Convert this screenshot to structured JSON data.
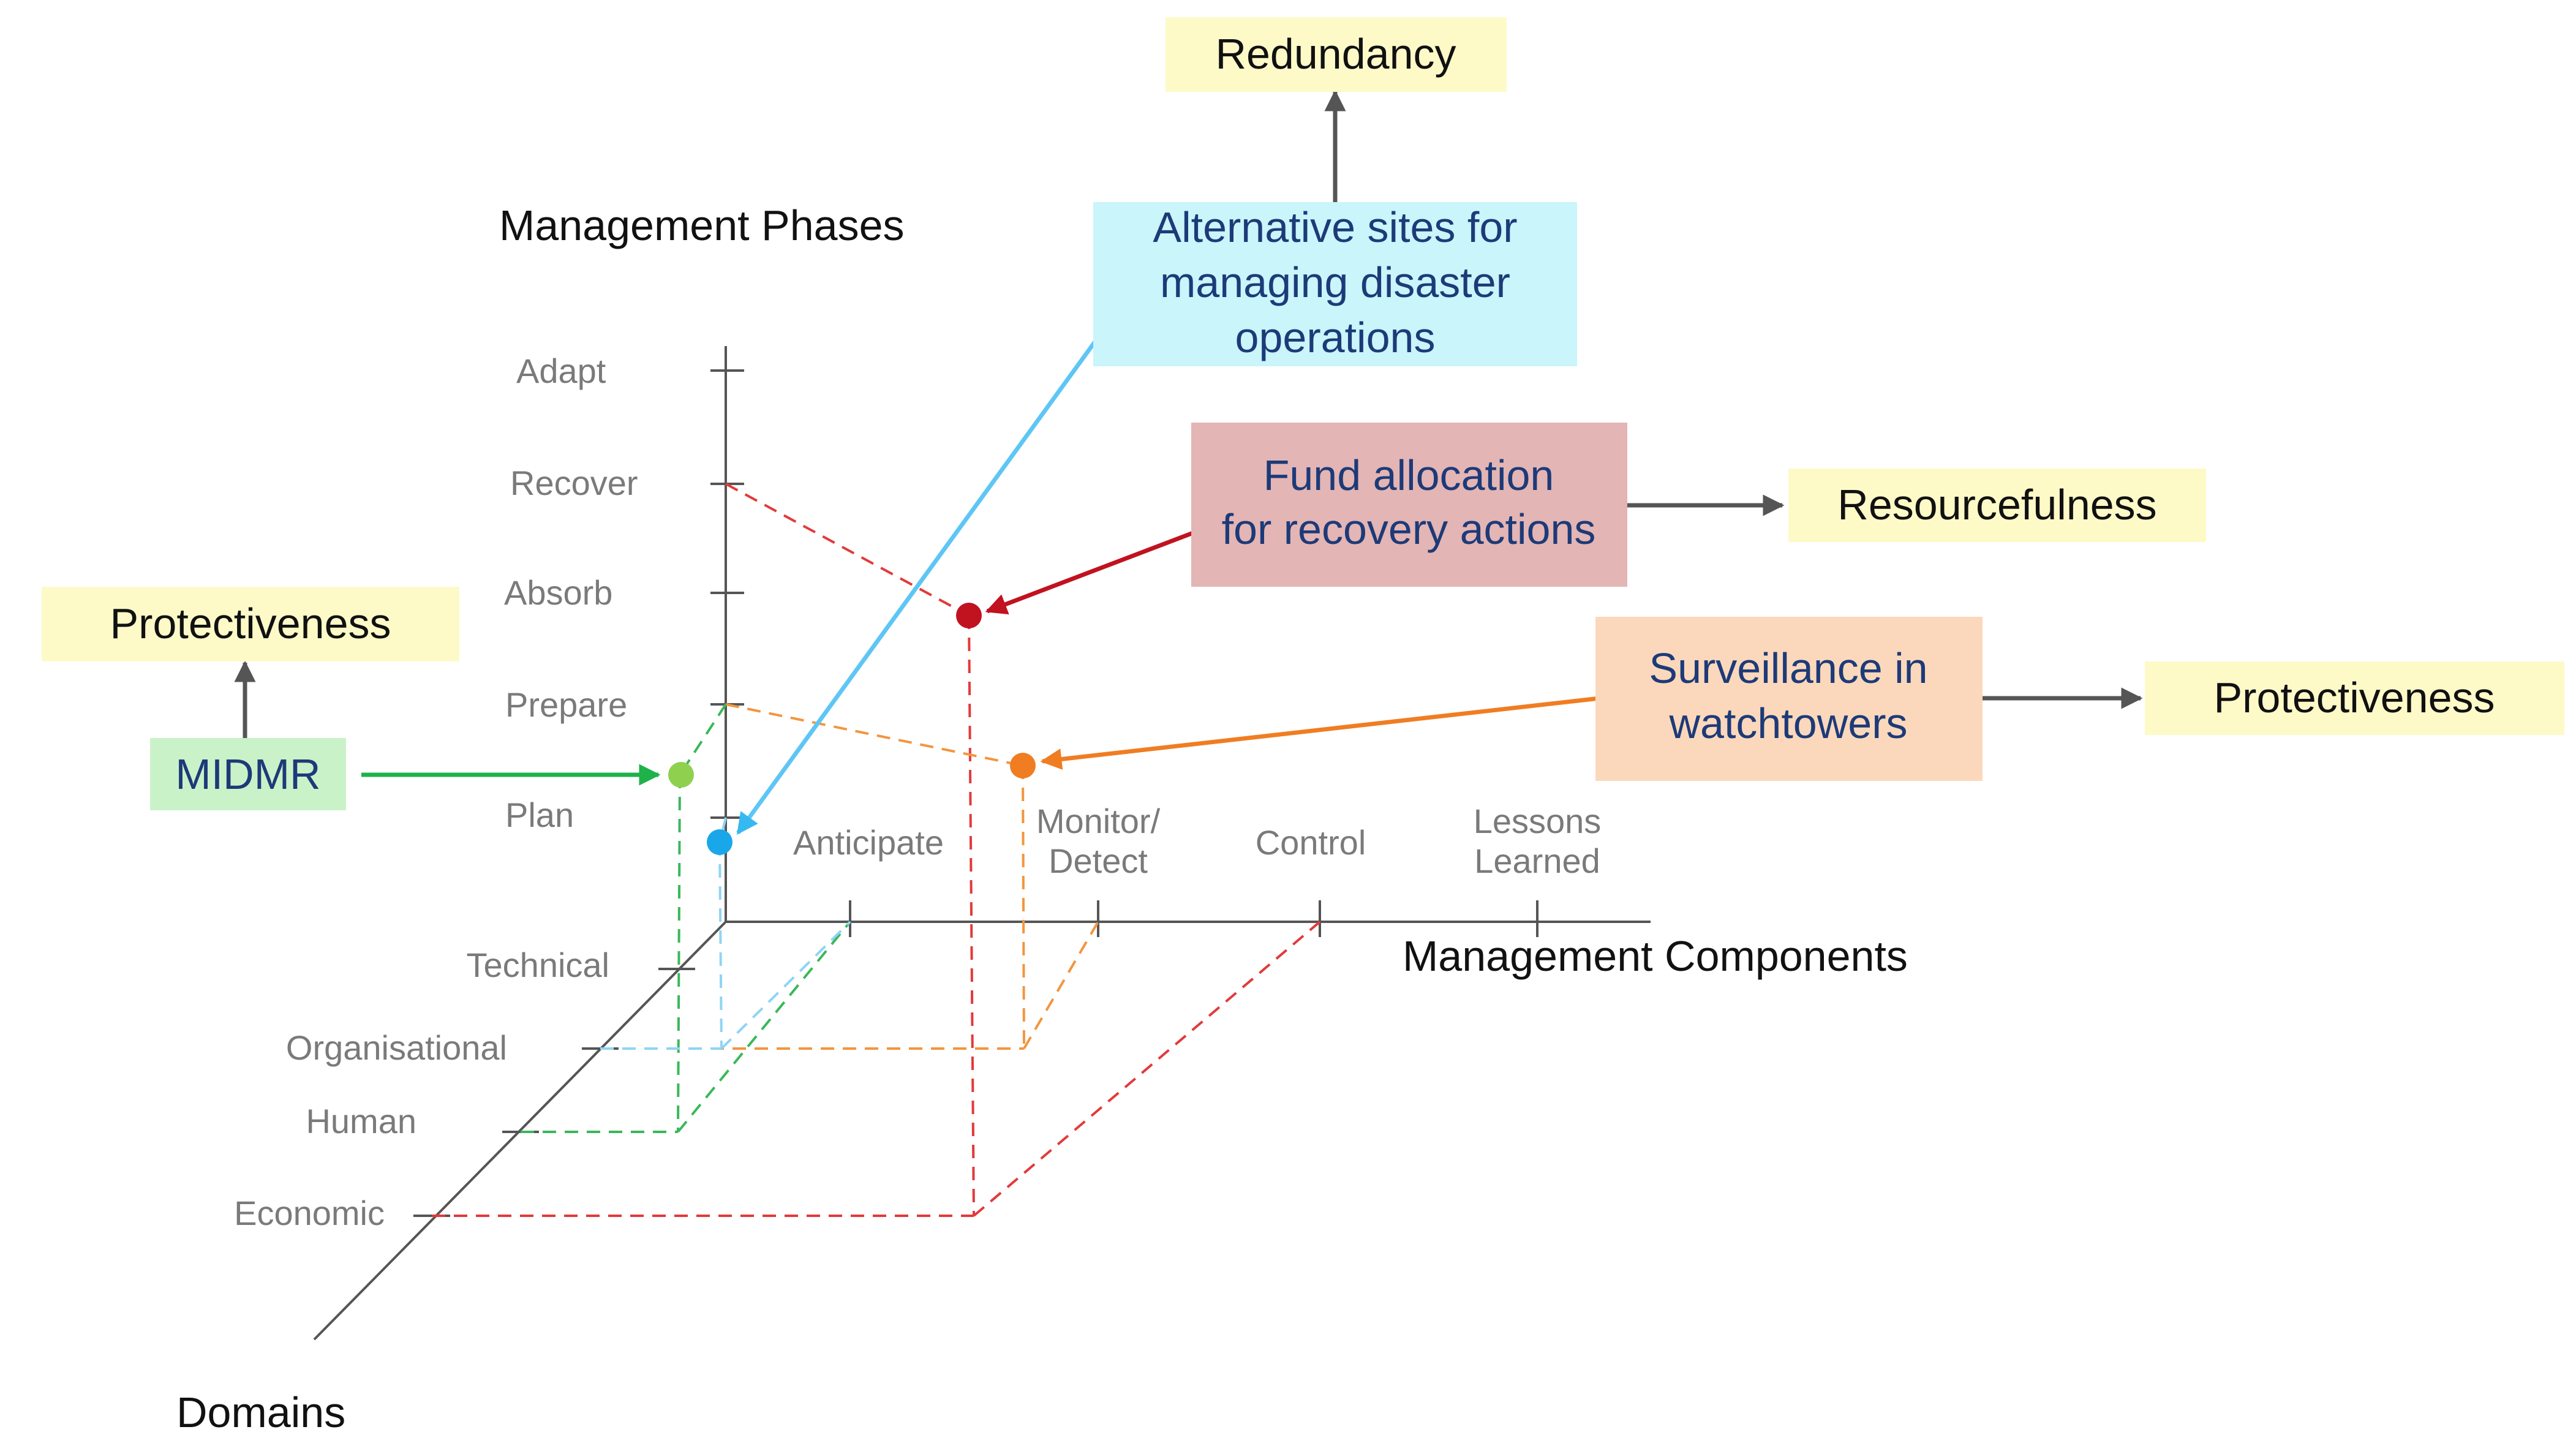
{
  "axes": {
    "vertical_title": "Management Phases",
    "horizontal_title": "Management Components",
    "depth_title": "Domains",
    "phases": [
      "Adapt",
      "Recover",
      "Absorb",
      "Prepare",
      "Plan"
    ],
    "components": [
      [
        "Anticipate"
      ],
      [
        "Monitor/",
        "Detect"
      ],
      [
        "Control"
      ],
      [
        "Lessons",
        "Learned"
      ]
    ],
    "domains": [
      "Technical",
      "Organisational",
      "Human",
      "Economic"
    ]
  },
  "examples": [
    {
      "id": "alternative-sites",
      "lines": [
        "Alternative sites for",
        "managing disaster",
        "operations"
      ],
      "property": "Redundancy",
      "phase": "Plan",
      "component": "Anticipate",
      "domain": "Organisational",
      "color": "#36b9f0",
      "box_color": "#c9f5fb",
      "text_color": "#1d3a78"
    },
    {
      "id": "fund-allocation",
      "lines": [
        "Fund allocation",
        "for recovery actions"
      ],
      "property": "Resourcefulness",
      "phase": "Recover",
      "component": "Control",
      "domain": "Economic",
      "color": "#c1121f",
      "box_color": "#e3b5b4",
      "text_color": "#1d3a78"
    },
    {
      "id": "surveillance",
      "lines": [
        "Surveillance in",
        "watchtowers"
      ],
      "property": "Protectiveness",
      "phase": "Prepare",
      "component": "Monitor/Detect",
      "domain": "Organisational",
      "color": "#f07d22",
      "box_color": "#fbd8bc",
      "text_color": "#1d3a78"
    },
    {
      "id": "midmr",
      "lines": [
        "MIDMR"
      ],
      "property": "Protectiveness",
      "phase": "Prepare",
      "component": "Anticipate",
      "domain": "Human",
      "color": "#1fb24a",
      "box_color": "#c9f2c9",
      "text_color": "#1d3a78"
    }
  ],
  "colors": {
    "axis": "#555555",
    "property_tag": "#fdfac8",
    "arrow_gray": "#555555",
    "midmr_point": "#8fd14f"
  }
}
